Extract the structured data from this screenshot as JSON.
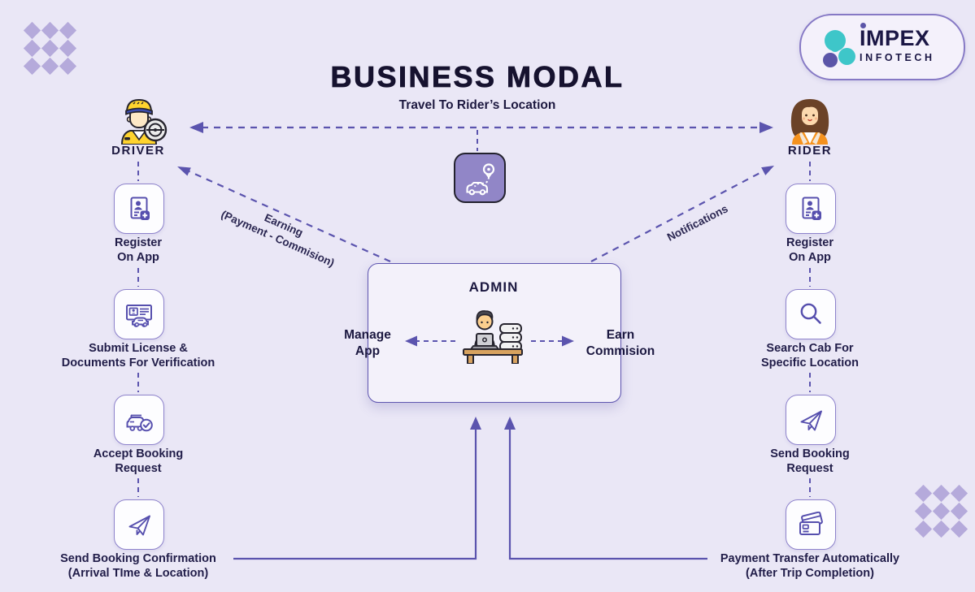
{
  "title": "BUSINESS MODAL",
  "subtitle": "Travel To Rider’s  Location",
  "logo": {
    "brand": "IMPEX",
    "sub": "INFOTECH"
  },
  "colors": {
    "background": "#eae7f6",
    "accent_purple": "#5b54ae",
    "icon_stroke": "#564fae",
    "teal": "#3ec6c9",
    "text_dark": "#1d1940",
    "route_icon_bg": "#9186c7"
  },
  "driver": {
    "label": "DRIVER",
    "steps": [
      {
        "icon": "register-icon",
        "label": "Register\nOn App"
      },
      {
        "icon": "license-documents-icon",
        "label": "Submit License &\nDocuments For Verification"
      },
      {
        "icon": "accept-booking-icon",
        "label": "Accept Booking\nRequest"
      },
      {
        "icon": "send-confirmation-icon",
        "label": "Send Booking Confirmation\n(Arrival TIme & Location)"
      }
    ]
  },
  "rider": {
    "label": "RIDER",
    "steps": [
      {
        "icon": "register-icon",
        "label": "Register\nOn App"
      },
      {
        "icon": "search-cab-icon",
        "label": "Search Cab For\nSpecific Location"
      },
      {
        "icon": "send-request-icon",
        "label": "Send Booking\nRequest"
      },
      {
        "icon": "payment-transfer-icon",
        "label": "Payment Transfer Automatically\n(After Trip Completion)"
      }
    ]
  },
  "admin": {
    "label": "ADMIN",
    "left_label": "Manage\nApp",
    "right_label": "Earn\nCommision"
  },
  "flows": {
    "left_diagonal": "Earning\n(Payment - Commision)",
    "right_diagonal": "Notifications"
  }
}
